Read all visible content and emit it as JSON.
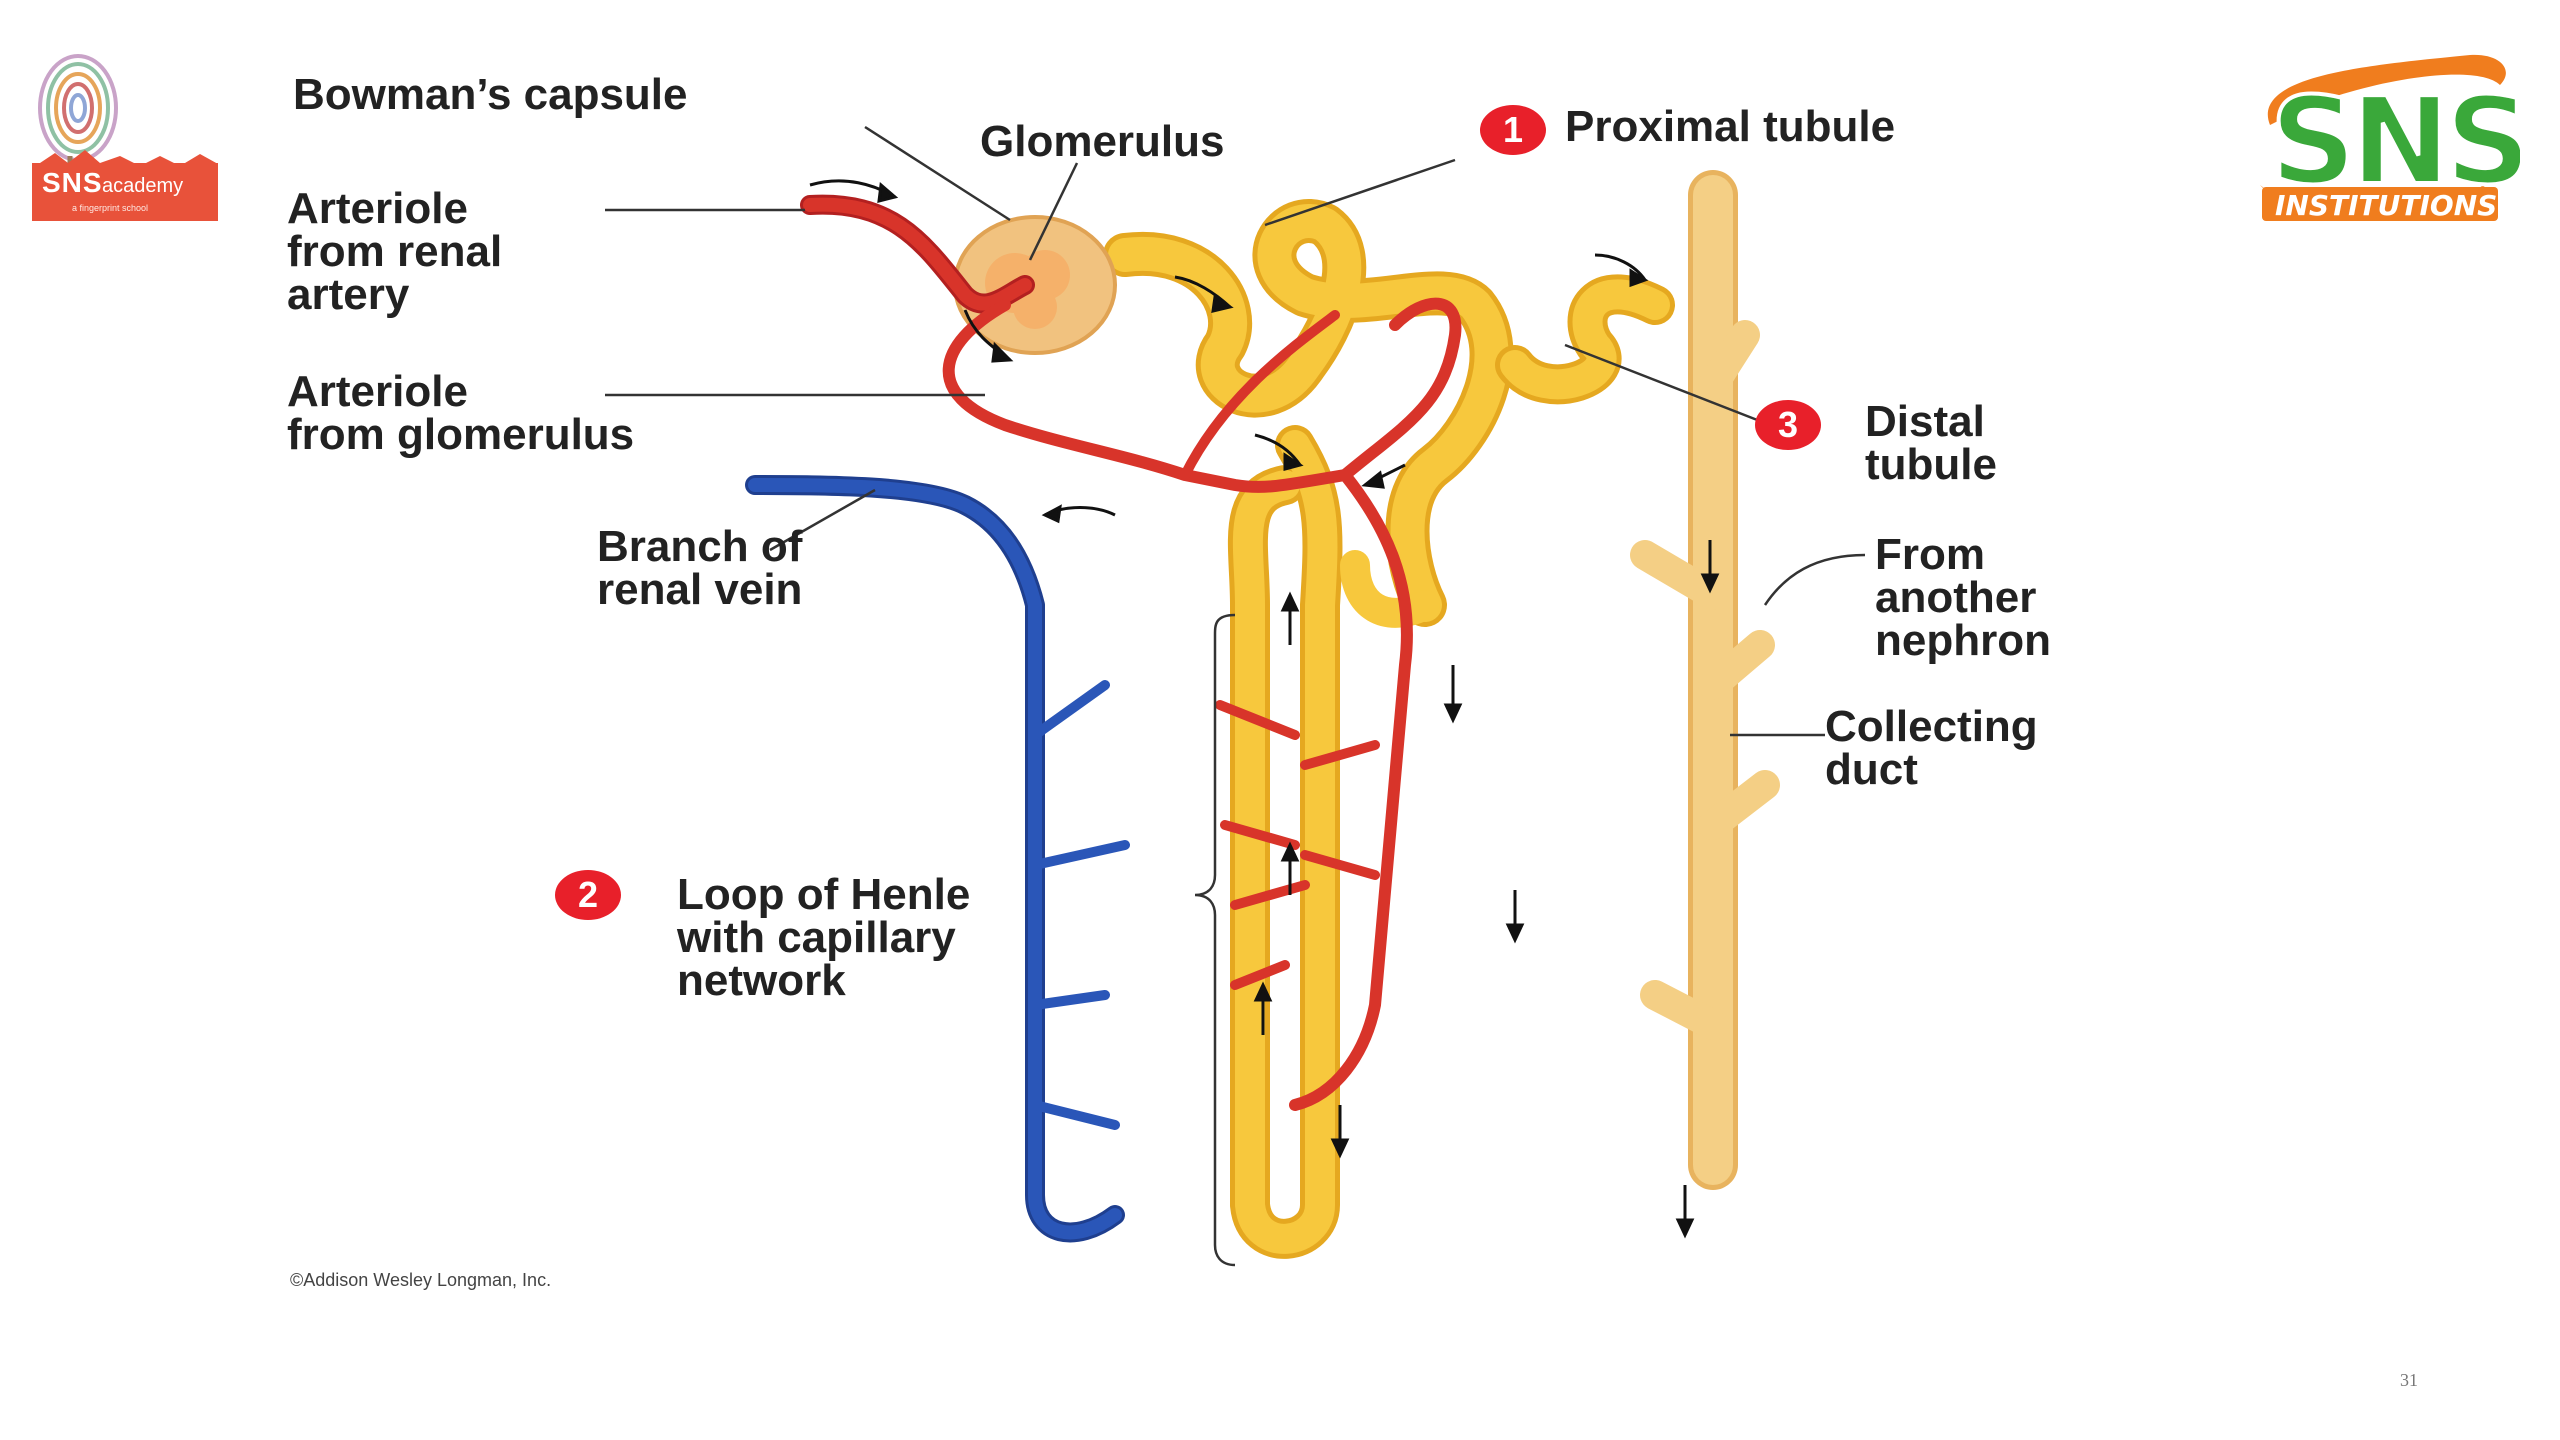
{
  "logos": {
    "left": {
      "brand": "SNS",
      "brand_sub": "academy",
      "tagline": "a fingerprint school",
      "icon": "fingerprint-tree-icon"
    },
    "right": {
      "brand": "SNS",
      "tagline": "INSTITUTIONS",
      "icon": "sns-institutions-logo"
    }
  },
  "diagram": {
    "labels": {
      "bowmans_capsule": "Bowman’s capsule",
      "glomerulus": "Glomerulus",
      "proximal_tubule": "Proximal tubule",
      "arteriole_renal_artery": "Arteriole\nfrom renal\nartery",
      "arteriole_glomerulus": "Arteriole\nfrom glomerulus",
      "distal_tubule": "Distal\ntubule",
      "branch_renal_vein": "Branch of\nrenal vein",
      "from_another_nephron": "From\nanother\nnephron",
      "collecting_duct": "Collecting\nduct",
      "loop_of_henle": "Loop of Henle\nwith capillary\nnetwork"
    },
    "numbers": {
      "proximal": "1",
      "loop": "2",
      "distal": "3"
    },
    "copyright": "©Addison Wesley Longman, Inc.",
    "colors": {
      "tubule": "#f5c43a",
      "artery": "#d8342a",
      "vein": "#2a56b8",
      "duct": "#f4cf85",
      "capsule": "#f1c27f"
    }
  },
  "slide": {
    "page_number": "31"
  }
}
